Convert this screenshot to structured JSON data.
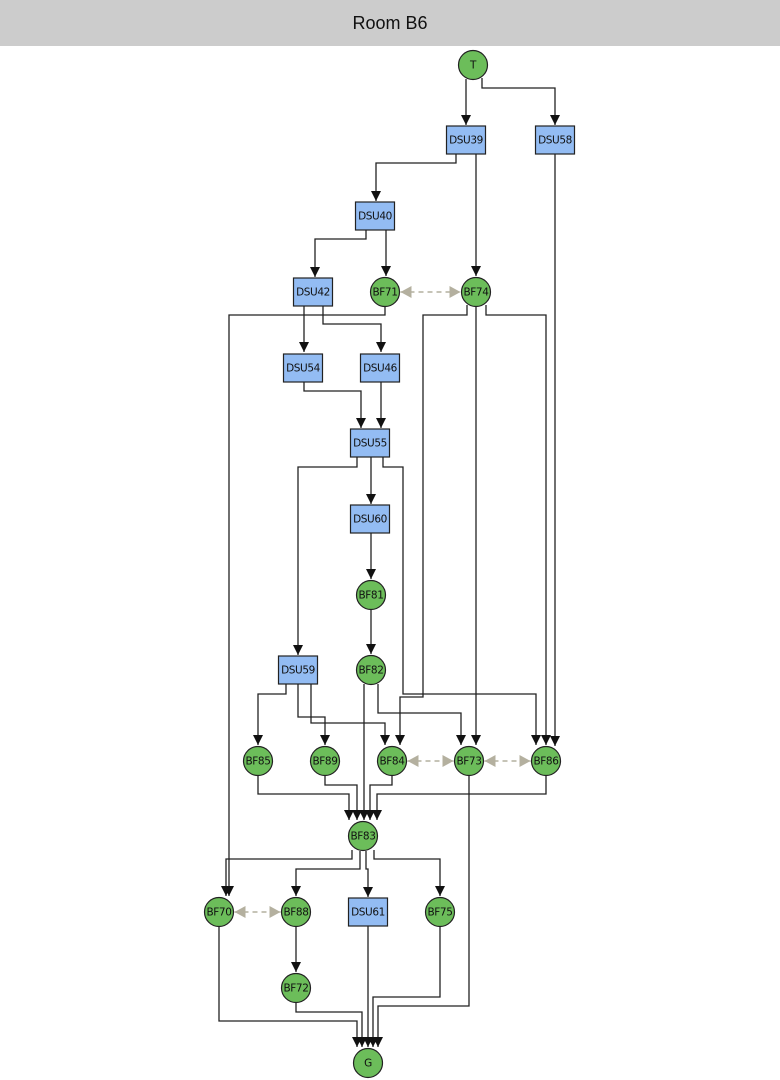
{
  "title": "Room B6",
  "colors": {
    "rect_fill": "#93bcf3",
    "circle_fill": "#6cbd5a",
    "edge": "#222222",
    "dashed_edge": "#b4b09f",
    "title_bar": "#cccccc"
  },
  "nodes": [
    {
      "id": "T",
      "shape": "circle"
    },
    {
      "id": "DSU39",
      "shape": "rect"
    },
    {
      "id": "DSU58",
      "shape": "rect"
    },
    {
      "id": "DSU40",
      "shape": "rect"
    },
    {
      "id": "DSU42",
      "shape": "rect"
    },
    {
      "id": "BF71",
      "shape": "circle"
    },
    {
      "id": "BF74",
      "shape": "circle"
    },
    {
      "id": "DSU54",
      "shape": "rect"
    },
    {
      "id": "DSU46",
      "shape": "rect"
    },
    {
      "id": "DSU55",
      "shape": "rect"
    },
    {
      "id": "DSU60",
      "shape": "rect"
    },
    {
      "id": "BF81",
      "shape": "circle"
    },
    {
      "id": "DSU59",
      "shape": "rect"
    },
    {
      "id": "BF82",
      "shape": "circle"
    },
    {
      "id": "BF85",
      "shape": "circle"
    },
    {
      "id": "BF89",
      "shape": "circle"
    },
    {
      "id": "BF84",
      "shape": "circle"
    },
    {
      "id": "BF73",
      "shape": "circle"
    },
    {
      "id": "BF86",
      "shape": "circle"
    },
    {
      "id": "BF83",
      "shape": "circle"
    },
    {
      "id": "BF70",
      "shape": "circle"
    },
    {
      "id": "BF88",
      "shape": "circle"
    },
    {
      "id": "DSU61",
      "shape": "rect"
    },
    {
      "id": "BF75",
      "shape": "circle"
    },
    {
      "id": "BF72",
      "shape": "circle"
    },
    {
      "id": "G",
      "shape": "circle"
    }
  ],
  "edges": [
    {
      "from": "T",
      "to": "DSU39"
    },
    {
      "from": "T",
      "to": "DSU58"
    },
    {
      "from": "DSU39",
      "to": "DSU40"
    },
    {
      "from": "DSU39",
      "to": "BF74"
    },
    {
      "from": "DSU58",
      "to": "BF86"
    },
    {
      "from": "DSU40",
      "to": "DSU42"
    },
    {
      "from": "DSU40",
      "to": "BF71"
    },
    {
      "from": "DSU42",
      "to": "DSU54"
    },
    {
      "from": "DSU42",
      "to": "DSU46"
    },
    {
      "from": "BF71",
      "to": "BF70"
    },
    {
      "from": "BF74",
      "to": "BF84"
    },
    {
      "from": "BF74",
      "to": "BF73"
    },
    {
      "from": "BF74",
      "to": "BF86"
    },
    {
      "from": "DSU54",
      "to": "DSU55"
    },
    {
      "from": "DSU46",
      "to": "DSU55"
    },
    {
      "from": "DSU55",
      "to": "DSU59"
    },
    {
      "from": "DSU55",
      "to": "DSU60"
    },
    {
      "from": "DSU55",
      "to": "BF86"
    },
    {
      "from": "DSU60",
      "to": "BF81"
    },
    {
      "from": "BF81",
      "to": "BF82"
    },
    {
      "from": "DSU59",
      "to": "BF85"
    },
    {
      "from": "DSU59",
      "to": "BF89"
    },
    {
      "from": "DSU59",
      "to": "BF84"
    },
    {
      "from": "BF82",
      "to": "BF83"
    },
    {
      "from": "BF82",
      "to": "BF73"
    },
    {
      "from": "BF85",
      "to": "BF83"
    },
    {
      "from": "BF89",
      "to": "BF83"
    },
    {
      "from": "BF84",
      "to": "BF83"
    },
    {
      "from": "BF86",
      "to": "BF83"
    },
    {
      "from": "BF73",
      "to": "G"
    },
    {
      "from": "BF83",
      "to": "BF70"
    },
    {
      "from": "BF83",
      "to": "BF88"
    },
    {
      "from": "BF83",
      "to": "DSU61"
    },
    {
      "from": "BF83",
      "to": "BF75"
    },
    {
      "from": "BF88",
      "to": "BF72"
    },
    {
      "from": "BF70",
      "to": "G"
    },
    {
      "from": "BF72",
      "to": "G"
    },
    {
      "from": "DSU61",
      "to": "G"
    },
    {
      "from": "BF75",
      "to": "G"
    }
  ],
  "bidirectional_dashed": [
    {
      "a": "BF71",
      "b": "BF74"
    },
    {
      "a": "BF84",
      "b": "BF73"
    },
    {
      "a": "BF73",
      "b": "BF86"
    },
    {
      "a": "BF70",
      "b": "BF88"
    }
  ]
}
